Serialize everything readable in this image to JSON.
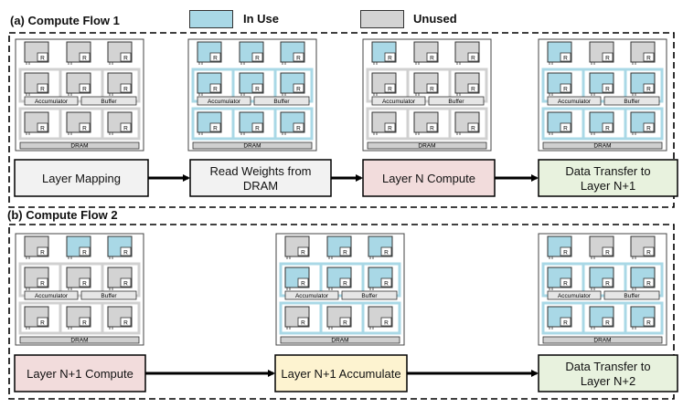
{
  "legend": {
    "in_use": {
      "label": "In Use",
      "color": "#a9d8e6"
    },
    "unused": {
      "label": "Unused",
      "color": "#d3d3d3"
    }
  },
  "chip_labels": {
    "router": "R",
    "accumulator": "Accumulator",
    "buffer": "Buffer",
    "dram": "DRAM"
  },
  "colors": {
    "step_neutral": "#f2f2f2",
    "step_compute": "#f2dcdc",
    "step_accumulate": "#fdf3d0",
    "step_transfer": "#e8f2de",
    "link_in_use": "#a9d8e6",
    "link_unused": "#d0d0d0"
  },
  "flows": [
    {
      "id": "flow-1",
      "title": "(a) Compute Flow 1",
      "chips": [
        {
          "name": "chip-mapping",
          "state": "idle"
        },
        {
          "name": "chip-read-weights",
          "state": "all"
        },
        {
          "name": "chip-layer-n-compute",
          "state": "first"
        },
        {
          "name": "chip-data-transfer-n1",
          "state": "mesh"
        }
      ],
      "steps": [
        {
          "name": "step-layer-mapping",
          "lines": [
            "Layer Mapping"
          ],
          "fill": "step_neutral"
        },
        {
          "name": "step-read-weights",
          "lines": [
            "Read Weights from",
            "DRAM"
          ],
          "fill": "step_neutral"
        },
        {
          "name": "step-layer-n-compute",
          "lines": [
            "Layer N Compute"
          ],
          "fill": "step_compute"
        },
        {
          "name": "step-data-transfer-n1",
          "lines": [
            "Data Transfer to",
            "Layer N+1"
          ],
          "fill": "step_transfer"
        }
      ]
    },
    {
      "id": "flow-2",
      "title": "(b) Compute Flow 2",
      "chips": [
        {
          "name": "chip-layer-n1-compute",
          "state": "top23"
        },
        {
          "name": "chip-layer-n1-accumulate",
          "state": "accum"
        },
        {
          "name": "chip-data-transfer-n2",
          "state": "mesh"
        }
      ],
      "steps": [
        {
          "name": "step-layer-n1-compute",
          "lines": [
            "Layer N+1 Compute"
          ],
          "fill": "step_compute"
        },
        {
          "name": "step-layer-n1-accumulate",
          "lines": [
            "Layer N+1 Accumulate"
          ],
          "fill": "step_accumulate"
        },
        {
          "name": "step-data-transfer-n2",
          "lines": [
            "Data Transfer to",
            "Layer N+2"
          ],
          "fill": "step_transfer"
        }
      ]
    }
  ]
}
